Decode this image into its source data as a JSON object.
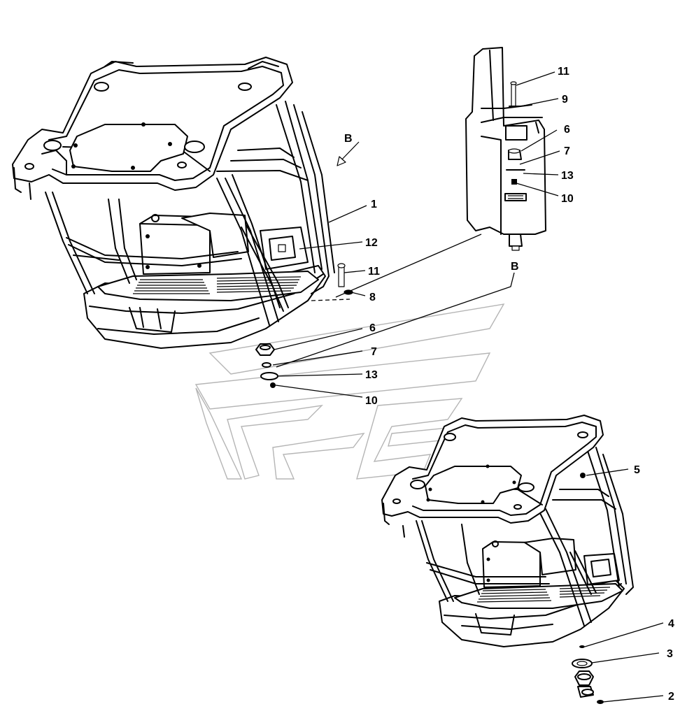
{
  "callouts": {
    "main": {
      "label_1": "1",
      "label_12": "12",
      "label_11": "11",
      "label_8": "8",
      "label_6": "6",
      "label_7": "7",
      "label_13": "13",
      "label_10": "10"
    },
    "view_b": {
      "label_11": "11",
      "label_9": "9",
      "label_6": "6",
      "label_7": "7",
      "label_13": "13",
      "label_10": "10"
    },
    "secondary": {
      "label_5": "5",
      "label_4": "4",
      "label_3": "3",
      "label_2": "2"
    }
  },
  "view_labels": {
    "direction_arrow": "B",
    "detail_view": "B"
  },
  "icons": {
    "cab_main": "operator-cab-icon",
    "cab_secondary": "operator-cab-icon",
    "detail": "mount-section-icon"
  }
}
